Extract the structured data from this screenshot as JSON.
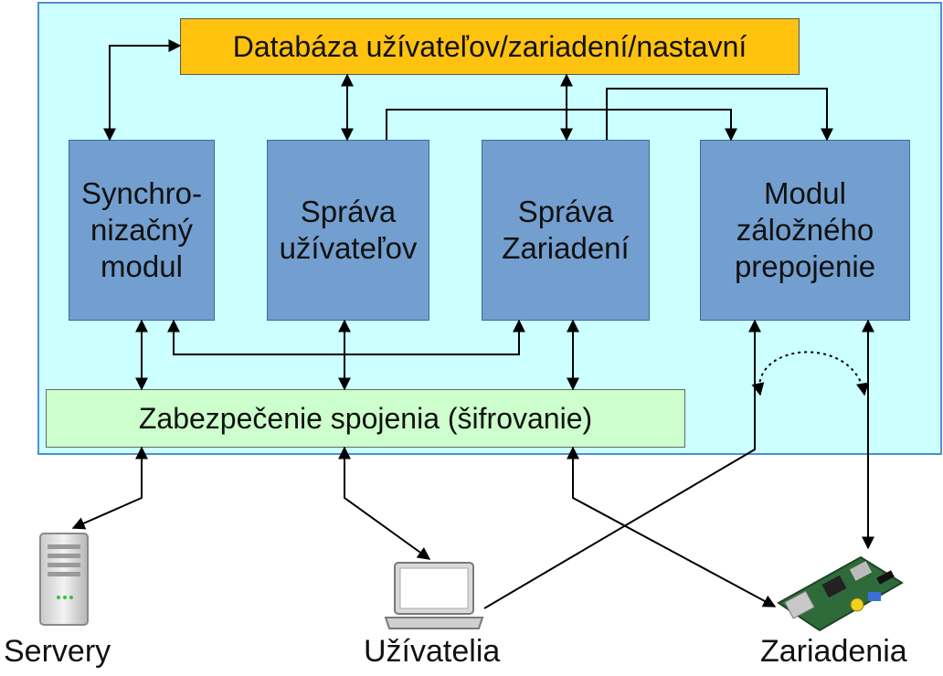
{
  "diagram": {
    "database": "Databáza užívateľov/zariadení/nastavní",
    "modules": [
      "Synchro-\nnizačný\nmodul",
      "Správa\nužívateľov",
      "Správa\nZariadení",
      "Modul\nzáložného\nprepojenie"
    ],
    "security_layer": "Zabezpečenie spojenia (šifrovanie)",
    "endpoints": [
      "Servery",
      "Užívatelia",
      "Zariadenia"
    ],
    "icons": [
      "server-icon",
      "laptop-icon",
      "circuit-board-icon"
    ]
  }
}
